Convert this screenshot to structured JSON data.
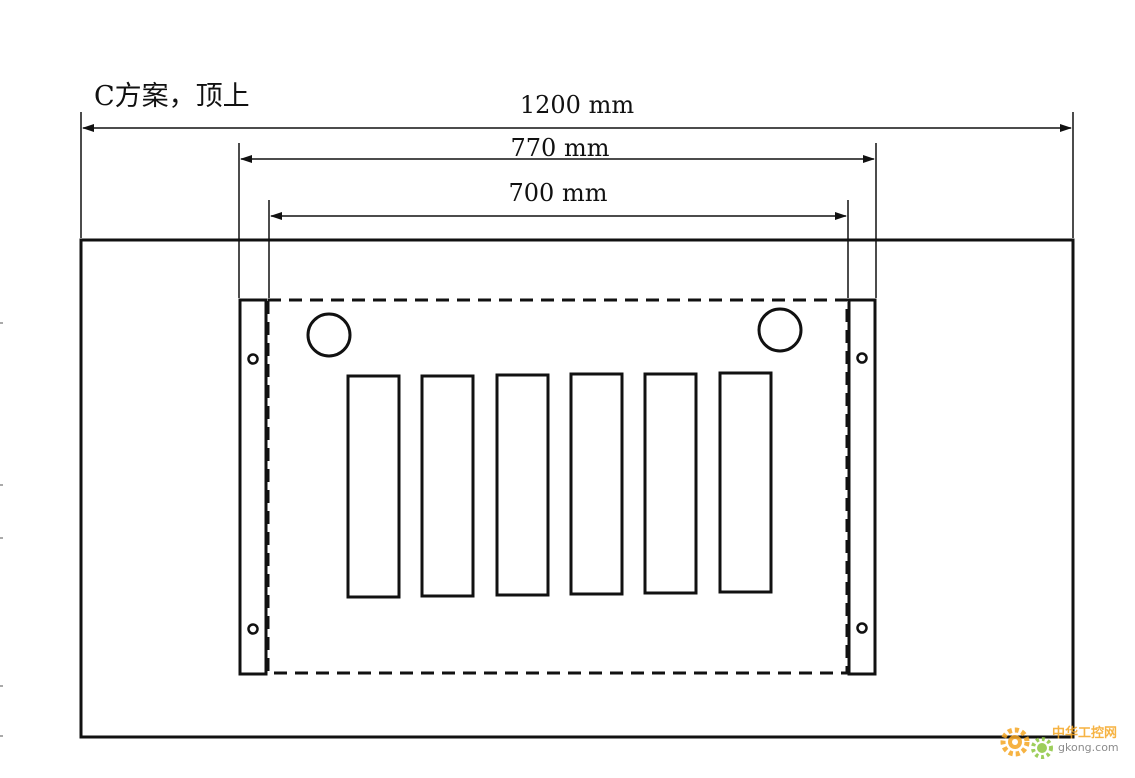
{
  "title": "C方案，顶上",
  "dimensions": {
    "outer_width": "1200 mm",
    "rail_width": "770 mm",
    "panel_width": "700 mm"
  },
  "watermark": {
    "brand": "中华工控网",
    "domain": "gkong.com",
    "icon": "gear-icon",
    "accent_color": "#f5a623"
  },
  "colors": {
    "line": "#111111",
    "background": "#ffffff"
  }
}
